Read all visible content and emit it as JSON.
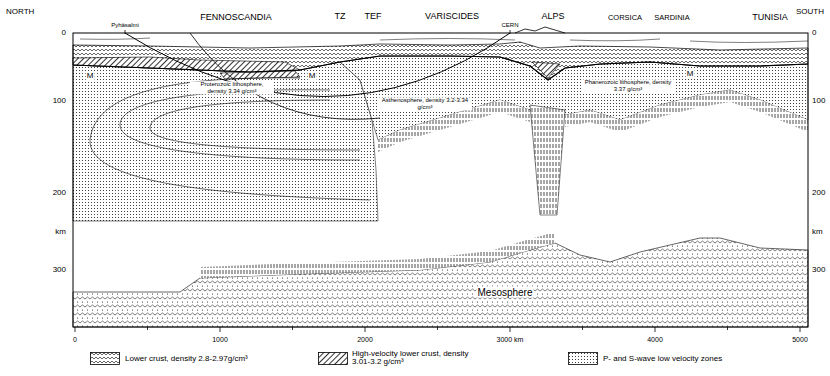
{
  "diagram": {
    "labels": [
      "NORTH",
      "SOUTH",
      "Pyhäsalmi",
      "FENNOSCANDIA",
      "TZ",
      "TEF",
      "VARISCIDES",
      "CERN",
      "ALPS",
      "CORSICA",
      "SARDINIA",
      "TUNISIA",
      "0",
      "100",
      "200",
      "km",
      "300",
      "0",
      "100",
      "200",
      "km",
      "300",
      "M",
      "M",
      "M",
      "Proterozoic lithosphere, density 3.34 g/cm³",
      "Asthenosphere, density 3.2-3.34 g/cm³",
      "Phanerozoic lithosphere, density 3.37 g/cm³",
      "Mesosphere",
      "0",
      "1000",
      "2000",
      "3000 km",
      "4000",
      "5000"
    ],
    "legend": [
      {
        "text": "Lower crust, density 2.8-2.97g/cm³"
      },
      {
        "text": "High-velocity lower crust, density 3.01-3.2 g/cm³"
      },
      {
        "text": "P- and S-wave low velocity zones"
      }
    ]
  }
}
